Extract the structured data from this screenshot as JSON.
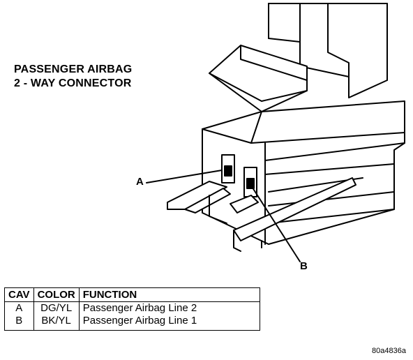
{
  "title": {
    "line1": "PASSENGER AIRBAG",
    "line2": "2 - WAY CONNECTOR"
  },
  "callouts": {
    "a": "A",
    "b": "B"
  },
  "table": {
    "headers": [
      "CAV",
      "COLOR",
      "FUNCTION"
    ],
    "rows": [
      {
        "cav": "A",
        "color": "DG/YL",
        "function": "Passenger Airbag Line 2"
      },
      {
        "cav": "B",
        "color": "BK/YL",
        "function": "Passenger Airbag Line 1"
      }
    ]
  },
  "figure_id": "80a4836a"
}
